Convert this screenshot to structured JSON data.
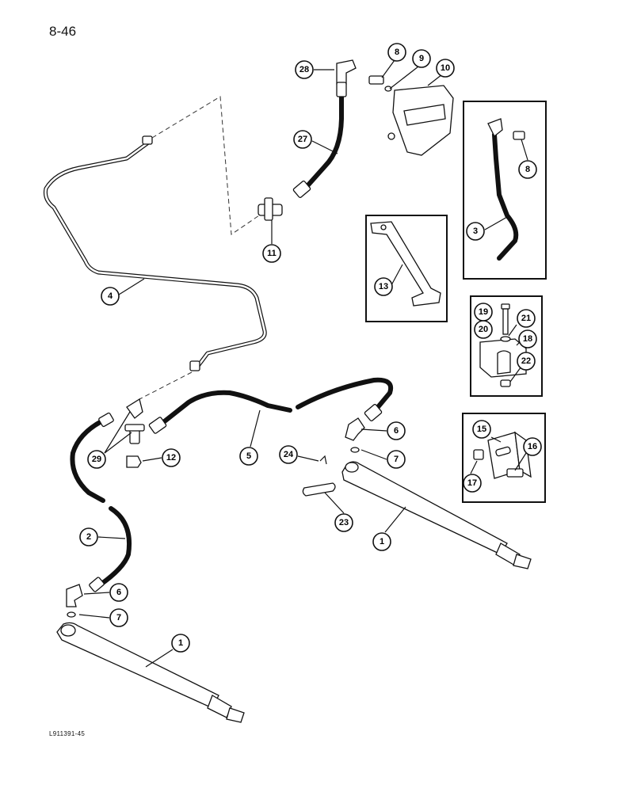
{
  "page": {
    "number": "8-46",
    "figure_code": "L911391-45"
  },
  "callouts": [
    {
      "id": "c28",
      "label": "28"
    },
    {
      "id": "c8a",
      "label": "8"
    },
    {
      "id": "c9",
      "label": "9"
    },
    {
      "id": "c10",
      "label": "10"
    },
    {
      "id": "c27",
      "label": "27"
    },
    {
      "id": "c11",
      "label": "11"
    },
    {
      "id": "c8b",
      "label": "8"
    },
    {
      "id": "c3",
      "label": "3"
    },
    {
      "id": "c13",
      "label": "13"
    },
    {
      "id": "c4",
      "label": "4"
    },
    {
      "id": "c19",
      "label": "19"
    },
    {
      "id": "c20",
      "label": "20"
    },
    {
      "id": "c21",
      "label": "21"
    },
    {
      "id": "c18",
      "label": "18"
    },
    {
      "id": "c22",
      "label": "22"
    },
    {
      "id": "c29",
      "label": "29"
    },
    {
      "id": "c12",
      "label": "12"
    },
    {
      "id": "c5",
      "label": "5"
    },
    {
      "id": "c6a",
      "label": "6"
    },
    {
      "id": "c7a",
      "label": "7"
    },
    {
      "id": "c24",
      "label": "24"
    },
    {
      "id": "c15",
      "label": "15"
    },
    {
      "id": "c16",
      "label": "16"
    },
    {
      "id": "c17",
      "label": "17"
    },
    {
      "id": "c23",
      "label": "23"
    },
    {
      "id": "c1a",
      "label": "1"
    },
    {
      "id": "c2",
      "label": "2"
    },
    {
      "id": "c6b",
      "label": "6"
    },
    {
      "id": "c7b",
      "label": "7"
    },
    {
      "id": "c1b",
      "label": "1"
    }
  ]
}
